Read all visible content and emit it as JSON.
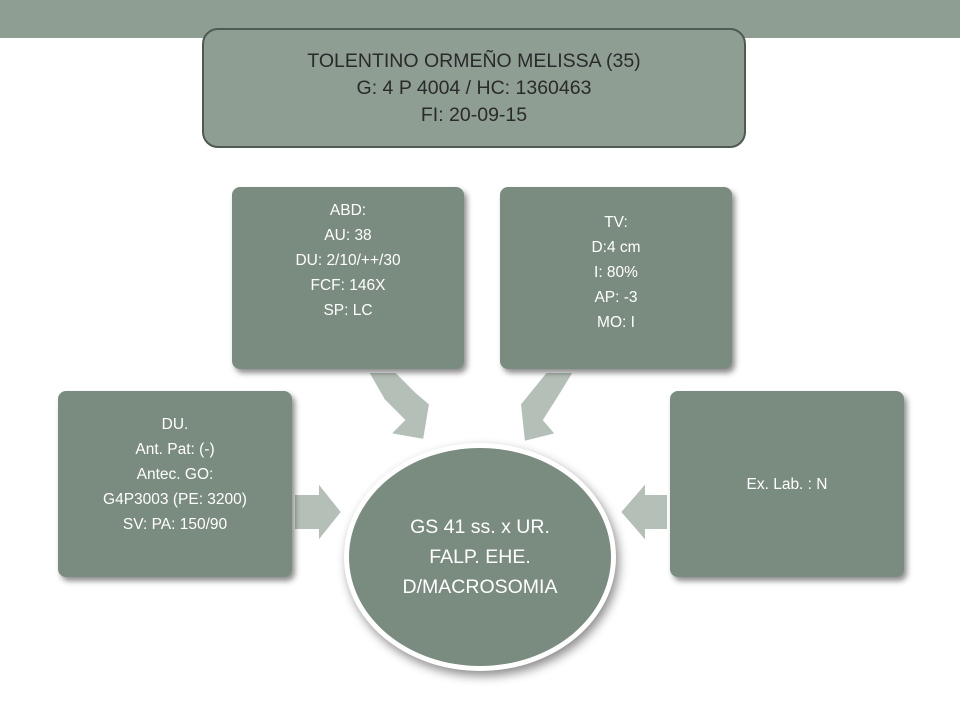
{
  "header": {
    "lines": [
      "TOLENTINO ORMEÑO MELISSA (35)",
      "G: 4 P 4004 / HC: 1360463",
      "FI: 20-09-15"
    ]
  },
  "center": {
    "lines": [
      "GS 41 ss. x UR.",
      "FALP. EHE.",
      "D/MACROSOMIA"
    ]
  },
  "nodes": {
    "abd": [
      "ABD:",
      "AU: 38",
      "DU: 2/10/++/30",
      "FCF: 146X",
      "SP: LC"
    ],
    "tv": [
      "TV:",
      "D:4 cm",
      "I: 80%",
      "AP: -3",
      "MO: I"
    ],
    "du": [
      "DU.",
      "Ant. Pat: (-)",
      "Antec. GO:",
      "G4P3003 (PE: 3200)",
      "SV: PA: 150/90"
    ],
    "lab": [
      "Ex. Lab. : N"
    ]
  },
  "colors": {
    "topbar": "#8e9e93",
    "header_fill": "#8e9e93",
    "header_border": "#4e5a52",
    "node_fill": "#7a8b7f",
    "arrow_fill": "#b4c0b7",
    "text_light": "#ffffff",
    "text_dark": "#2a2a2a"
  }
}
